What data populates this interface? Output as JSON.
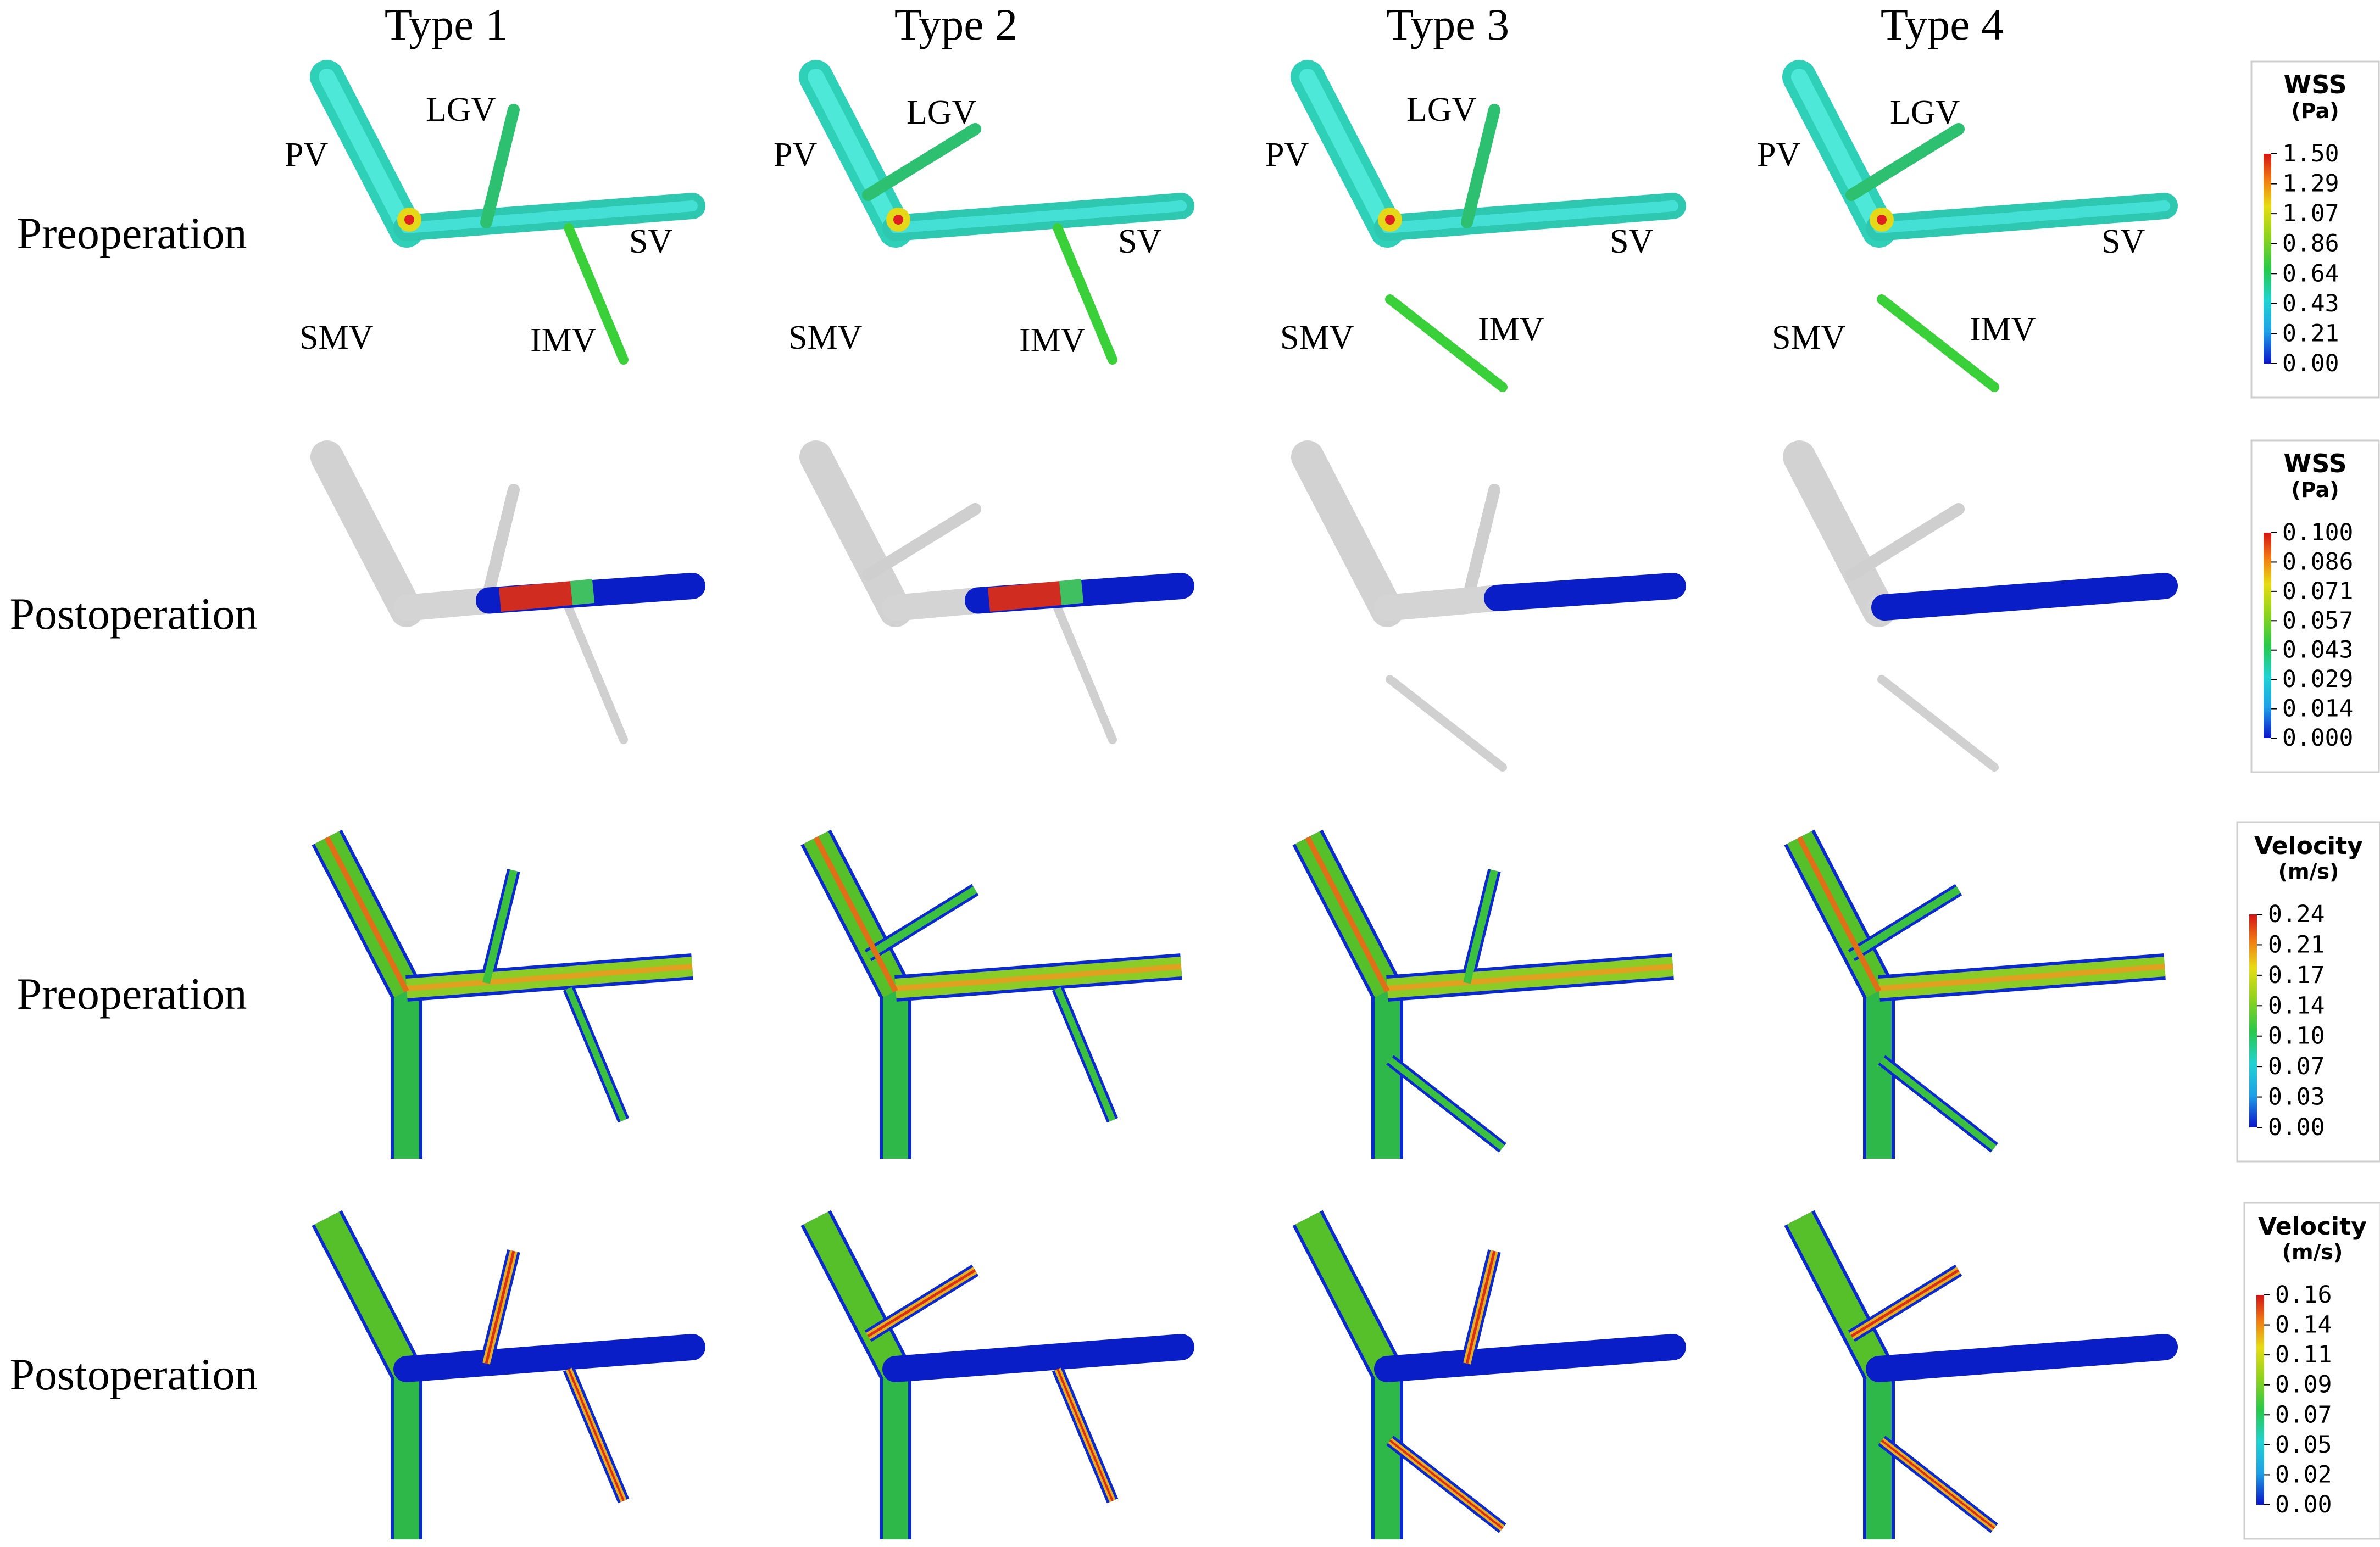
{
  "column_titles": [
    "Type 1",
    "Type 2",
    "Type 3",
    "Type 4"
  ],
  "row_titles": [
    "Preoperation",
    "Postoperation",
    "Preoperation",
    "Postoperation"
  ],
  "vessel_labels": {
    "pv": "PV",
    "lgv": "LGV",
    "sv": "SV",
    "smv": "SMV",
    "imv": "IMV"
  },
  "legends": [
    {
      "title": "WSS",
      "unit": "(Pa)",
      "ticks": [
        "1.50",
        "1.29",
        "1.07",
        "0.86",
        "0.64",
        "0.43",
        "0.21",
        "0.00"
      ]
    },
    {
      "title": "WSS",
      "unit": "(Pa)",
      "ticks": [
        "0.100",
        "0.086",
        "0.071",
        "0.057",
        "0.043",
        "0.029",
        "0.014",
        "0.000"
      ]
    },
    {
      "title": "Velocity",
      "unit": "(m/s)",
      "ticks": [
        "0.24",
        "0.21",
        "0.17",
        "0.14",
        "0.10",
        "0.07",
        "0.03",
        "0.00"
      ]
    },
    {
      "title": "Velocity",
      "unit": "(m/s)",
      "ticks": [
        "0.16",
        "0.14",
        "0.11",
        "0.09",
        "0.07",
        "0.05",
        "0.02",
        "0.00"
      ]
    }
  ],
  "colormap": [
    "#0a14c8",
    "#1ea0e6",
    "#22d2d2",
    "#28c84a",
    "#8cd21e",
    "#e6dc14",
    "#f07814",
    "#d21414"
  ]
}
